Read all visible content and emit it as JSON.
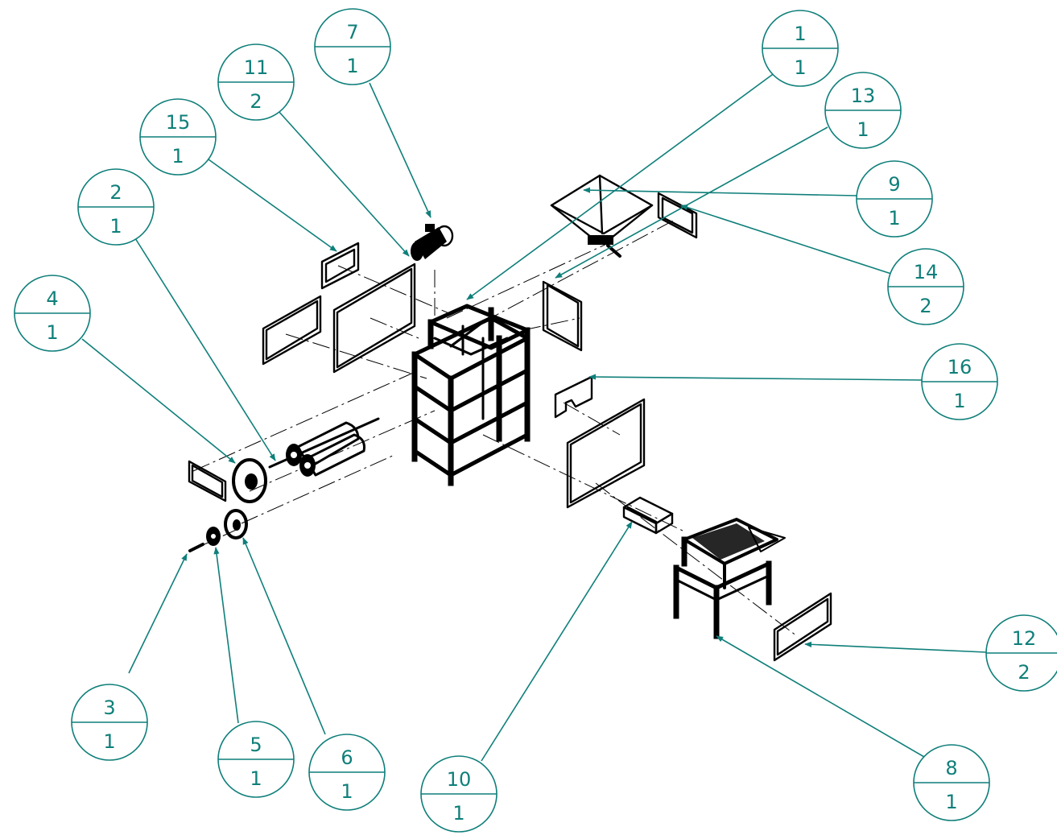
{
  "diagram": {
    "type": "exploded-assembly-drawing",
    "balloons": [
      {
        "id": "b1",
        "item": "1",
        "qty": "1"
      },
      {
        "id": "b2",
        "item": "2",
        "qty": "1"
      },
      {
        "id": "b3",
        "item": "3",
        "qty": "1"
      },
      {
        "id": "b4",
        "item": "4",
        "qty": "1"
      },
      {
        "id": "b5",
        "item": "5",
        "qty": "1"
      },
      {
        "id": "b6",
        "item": "6",
        "qty": "1"
      },
      {
        "id": "b7",
        "item": "7",
        "qty": "1"
      },
      {
        "id": "b8",
        "item": "8",
        "qty": "1"
      },
      {
        "id": "b9",
        "item": "9",
        "qty": "1"
      },
      {
        "id": "b10",
        "item": "10",
        "qty": "1"
      },
      {
        "id": "b11",
        "item": "11",
        "qty": "2"
      },
      {
        "id": "b12",
        "item": "12",
        "qty": "2"
      },
      {
        "id": "b13",
        "item": "13",
        "qty": "1"
      },
      {
        "id": "b14",
        "item": "14",
        "qty": "2"
      },
      {
        "id": "b15",
        "item": "15",
        "qty": "1"
      },
      {
        "id": "b16",
        "item": "16",
        "qty": "1"
      }
    ],
    "colors": {
      "balloon": "#0f7f7a",
      "part": "#000000",
      "background": "#ffffff"
    }
  }
}
